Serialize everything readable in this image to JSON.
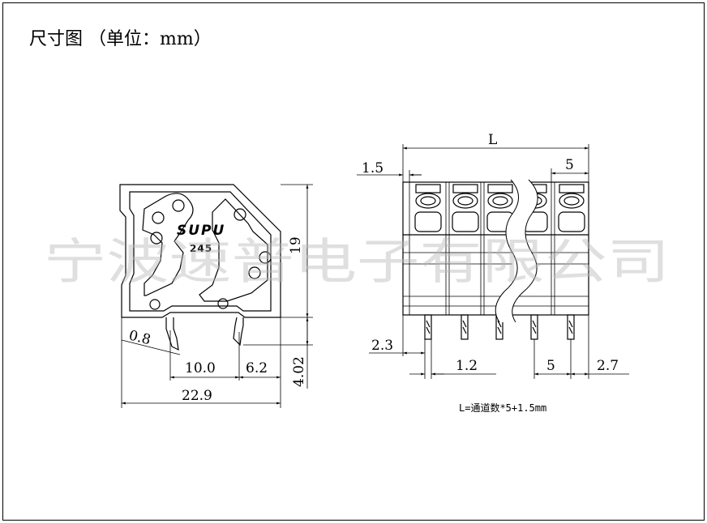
{
  "title": "尺寸图 （单位：mm）",
  "watermark": "宁波速普电子有限公司",
  "side_view": {
    "brand": "SUPU",
    "model": "245",
    "dims": {
      "height": "19",
      "pin_dia": "0.8",
      "pitch_a": "10.0",
      "pitch_b": "6.2",
      "pin_len": "4.02",
      "width": "22.9"
    }
  },
  "front_view": {
    "dims": {
      "length": "L",
      "edge": "1.5",
      "pitch": "5",
      "pin_offset": "2.3",
      "pin_width": "1.2",
      "pitch_bottom": "5",
      "end": "2.7"
    },
    "formula": "L=通道数*5+1.5mm"
  },
  "colors": {
    "line": "#000000",
    "watermark": "#b9b9b9"
  }
}
